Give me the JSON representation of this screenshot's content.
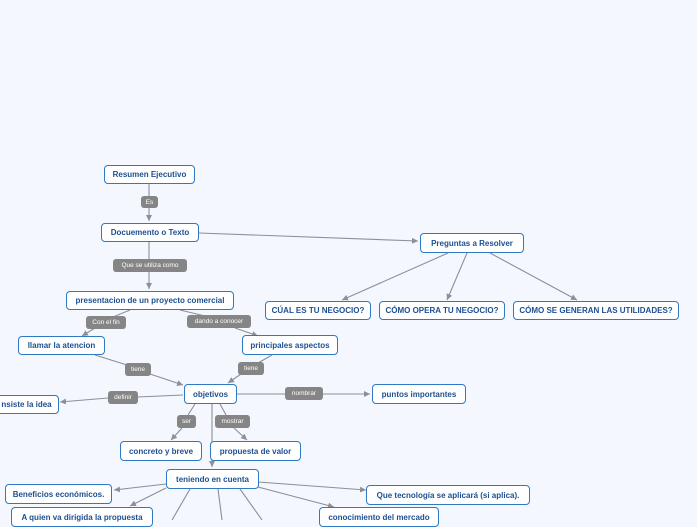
{
  "nodes": {
    "resumen": "Resumen Ejecutivo",
    "documento": "Docuemento o Texto",
    "preguntas": "Preguntas a  Resolver",
    "presentacion": "presentacion de un proyecto comercial",
    "cual": "CÚAL ES TU NEGOCIO?",
    "como_opera": "CÓMO OPERA TU NEGOCIO?",
    "como_generan": "CÓMO SE GENERAN LAS UTILIDADES?",
    "llamar": "llamar la atencion",
    "principales": "principales aspectos",
    "objetivos": "objetivos",
    "consiste": "nsiste la idea",
    "puntos": "puntos importantes",
    "concreto": "concreto y breve",
    "propuesta": "propuesta de valor",
    "teniendo": "teniendo en cuenta",
    "beneficios": "Beneficios económicos.",
    "tecnologia": "Que tecnología se aplicará (si aplica).",
    "dirigida": "A quien va dirigida la propuesta",
    "conocimiento": "conocimiento del mercado"
  },
  "edge_labels": {
    "es": "Es",
    "que_se_utiliza": "Que se utiliza como",
    "con_el_fin": "Con el fin",
    "dando_a_conocer": "dando a conocer",
    "tiene_1": "tiene",
    "tiene_2": "tiene",
    "definir": "definir",
    "nombrar": "nombrar",
    "ser": "ser",
    "mostrar": "mostrar"
  },
  "colors": {
    "node_border": "#2f78c4",
    "node_text": "#1d4f91",
    "edge_line": "#8a8f99",
    "label_bg": "#858585",
    "background": "#f4f7fd"
  }
}
